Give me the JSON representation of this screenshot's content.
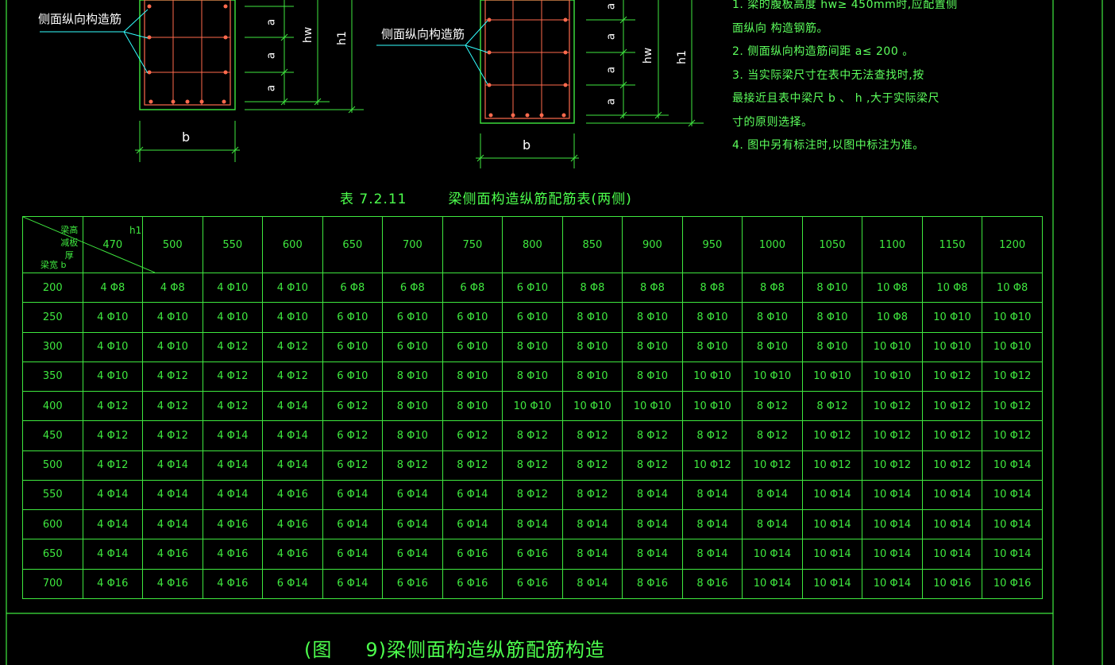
{
  "drawing": {
    "left_section": {
      "side_bar_label": "侧面纵向构造筋",
      "width_label": "b",
      "spacing_label": "a",
      "hw_label": "hw",
      "h1_label": "h1"
    },
    "middle_section": {
      "side_bar_label": "侧面纵向构造筋",
      "width_label": "b",
      "spacing_label": "a",
      "hw_label": "hw",
      "h1_label": "h1"
    },
    "colors": {
      "line": "#3fe83f",
      "rebar": "#ff6a4d",
      "leader": "#33ffff",
      "text": "#ffffff"
    }
  },
  "notes": [
    "1. 梁的腹板高度        hw≥ 450mm时,应配置侧",
    "面纵向        构造钢筋。",
    "2. 侧面纵向构造筋间距             a≤ 200 。",
    "3. 当实际梁尺寸在表中无法查找时,按",
    "最接近且表中梁尺          b 、 h ,大于实际梁尺",
    "寸的原则选择。",
    "4. 图中另有标注时,以图中标注为准。"
  ],
  "table": {
    "title_number": "表 7.2.11",
    "title_text": "梁侧面构造纵筋配筋表(两侧)",
    "corner_top": "梁高减板厚",
    "corner_h1": "h1",
    "corner_bottom": "梁宽    b",
    "columns": [
      "470",
      "500",
      "550",
      "600",
      "650",
      "700",
      "750",
      "800",
      "850",
      "900",
      "950",
      "1000",
      "1050",
      "1100",
      "1150",
      "1200"
    ],
    "rows": [
      {
        "b": "200",
        "cells": [
          "4 Φ8",
          "4 Φ8",
          "4 Φ10",
          "4 Φ10",
          "6 Φ8",
          "6 Φ8",
          "6 Φ8",
          "6 Φ10",
          "8 Φ8",
          "8 Φ8",
          "8 Φ8",
          "8 Φ8",
          "8 Φ10",
          "10 Φ8",
          "10 Φ8",
          "10 Φ8"
        ]
      },
      {
        "b": "250",
        "cells": [
          "4 Φ10",
          "4 Φ10",
          "4 Φ10",
          "4 Φ10",
          "6 Φ10",
          "6 Φ10",
          "6 Φ10",
          "6 Φ10",
          "8 Φ10",
          "8 Φ10",
          "8 Φ10",
          "8 Φ10",
          "8 Φ10",
          "10 Φ8",
          "10 Φ10",
          "10 Φ10"
        ]
      },
      {
        "b": "300",
        "cells": [
          "4 Φ10",
          "4 Φ10",
          "4 Φ12",
          "4 Φ12",
          "6 Φ10",
          "6 Φ10",
          "6 Φ10",
          "8 Φ10",
          "8 Φ10",
          "8 Φ10",
          "8 Φ10",
          "8 Φ10",
          "8 Φ10",
          "10 Φ10",
          "10 Φ10",
          "10 Φ10"
        ]
      },
      {
        "b": "350",
        "cells": [
          "4 Φ10",
          "4 Φ12",
          "4 Φ12",
          "4 Φ12",
          "6 Φ10",
          "8 Φ10",
          "8 Φ10",
          "8 Φ10",
          "8 Φ10",
          "8 Φ10",
          "10 Φ10",
          "10 Φ10",
          "10 Φ10",
          "10 Φ10",
          "10 Φ12",
          "10 Φ12"
        ]
      },
      {
        "b": "400",
        "cells": [
          "4 Φ12",
          "4 Φ12",
          "4 Φ12",
          "4 Φ14",
          "6 Φ12",
          "8 Φ10",
          "8 Φ10",
          "10 Φ10",
          "10 Φ10",
          "10 Φ10",
          "10 Φ10",
          "8 Φ12",
          "8 Φ12",
          "10 Φ12",
          "10 Φ12",
          "10 Φ12"
        ]
      },
      {
        "b": "450",
        "cells": [
          "4 Φ12",
          "4 Φ12",
          "4 Φ14",
          "4 Φ14",
          "6 Φ12",
          "8 Φ10",
          "6 Φ12",
          "8 Φ12",
          "8 Φ12",
          "8 Φ12",
          "8 Φ12",
          "8 Φ12",
          "10 Φ12",
          "10 Φ12",
          "10 Φ12",
          "10 Φ12"
        ]
      },
      {
        "b": "500",
        "cells": [
          "4 Φ12",
          "4 Φ14",
          "4 Φ14",
          "4 Φ14",
          "6 Φ12",
          "8 Φ12",
          "8 Φ12",
          "8 Φ12",
          "8 Φ12",
          "8 Φ12",
          "10 Φ12",
          "10 Φ12",
          "10 Φ12",
          "10 Φ12",
          "10 Φ12",
          "10 Φ14"
        ]
      },
      {
        "b": "550",
        "cells": [
          "4 Φ14",
          "4 Φ14",
          "4 Φ14",
          "4 Φ16",
          "6 Φ14",
          "6 Φ14",
          "6 Φ14",
          "8 Φ12",
          "8 Φ12",
          "8 Φ14",
          "8 Φ14",
          "8 Φ14",
          "10 Φ14",
          "10 Φ14",
          "10 Φ14",
          "10 Φ14"
        ]
      },
      {
        "b": "600",
        "cells": [
          "4 Φ14",
          "4 Φ14",
          "4 Φ16",
          "4 Φ16",
          "6 Φ14",
          "6 Φ14",
          "6 Φ14",
          "8 Φ14",
          "8 Φ14",
          "8 Φ14",
          "8 Φ14",
          "8 Φ14",
          "10 Φ14",
          "10 Φ14",
          "10 Φ14",
          "10 Φ14"
        ]
      },
      {
        "b": "650",
        "cells": [
          "4 Φ14",
          "4 Φ16",
          "4 Φ16",
          "4 Φ16",
          "6 Φ14",
          "6 Φ14",
          "6 Φ16",
          "6 Φ16",
          "8 Φ14",
          "8 Φ14",
          "8 Φ14",
          "10 Φ14",
          "10 Φ14",
          "10 Φ14",
          "10 Φ14",
          "10 Φ14"
        ]
      },
      {
        "b": "700",
        "cells": [
          "4 Φ16",
          "4 Φ16",
          "4 Φ16",
          "6 Φ14",
          "6 Φ14",
          "6 Φ16",
          "6 Φ16",
          "6 Φ16",
          "8 Φ14",
          "8 Φ16",
          "8 Φ16",
          "10 Φ14",
          "10 Φ14",
          "10 Φ14",
          "10 Φ16",
          "10 Φ16"
        ]
      }
    ]
  },
  "figure_title": {
    "prefix": "(图",
    "number": "9)",
    "text": "梁侧面构造纵筋配筋构造"
  }
}
